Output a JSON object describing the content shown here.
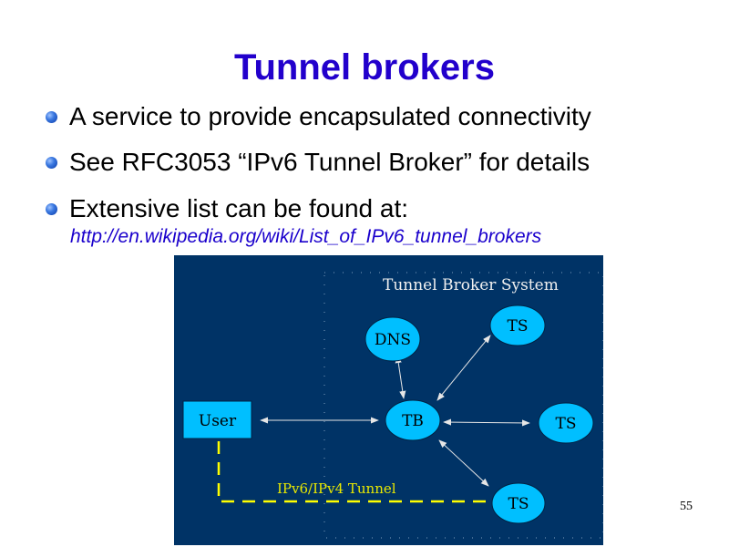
{
  "slide": {
    "title": "Tunnel brokers",
    "bullets": [
      "A service to provide encapsulated connectivity",
      "See RFC3053 “IPv6 Tunnel Broker” for details",
      "Extensive list can be found at:"
    ],
    "link": "http://en.wikipedia.org/wiki/List_of_IPv6_tunnel_brokers",
    "page_number": "55"
  },
  "diagram": {
    "system_label": "Tunnel Broker System",
    "tunnel_label": "IPv6/IPv4 Tunnel",
    "nodes": {
      "user": "User",
      "dns": "DNS",
      "tb": "TB",
      "ts_top": "TS",
      "ts_right": "TS",
      "ts_bottom": "TS"
    },
    "colors": {
      "background": "#003366",
      "node_fill": "#00bfff",
      "arrow": "#e6e6e6",
      "tunnel": "#ffff00",
      "boundary": "#7f9fbf"
    }
  }
}
